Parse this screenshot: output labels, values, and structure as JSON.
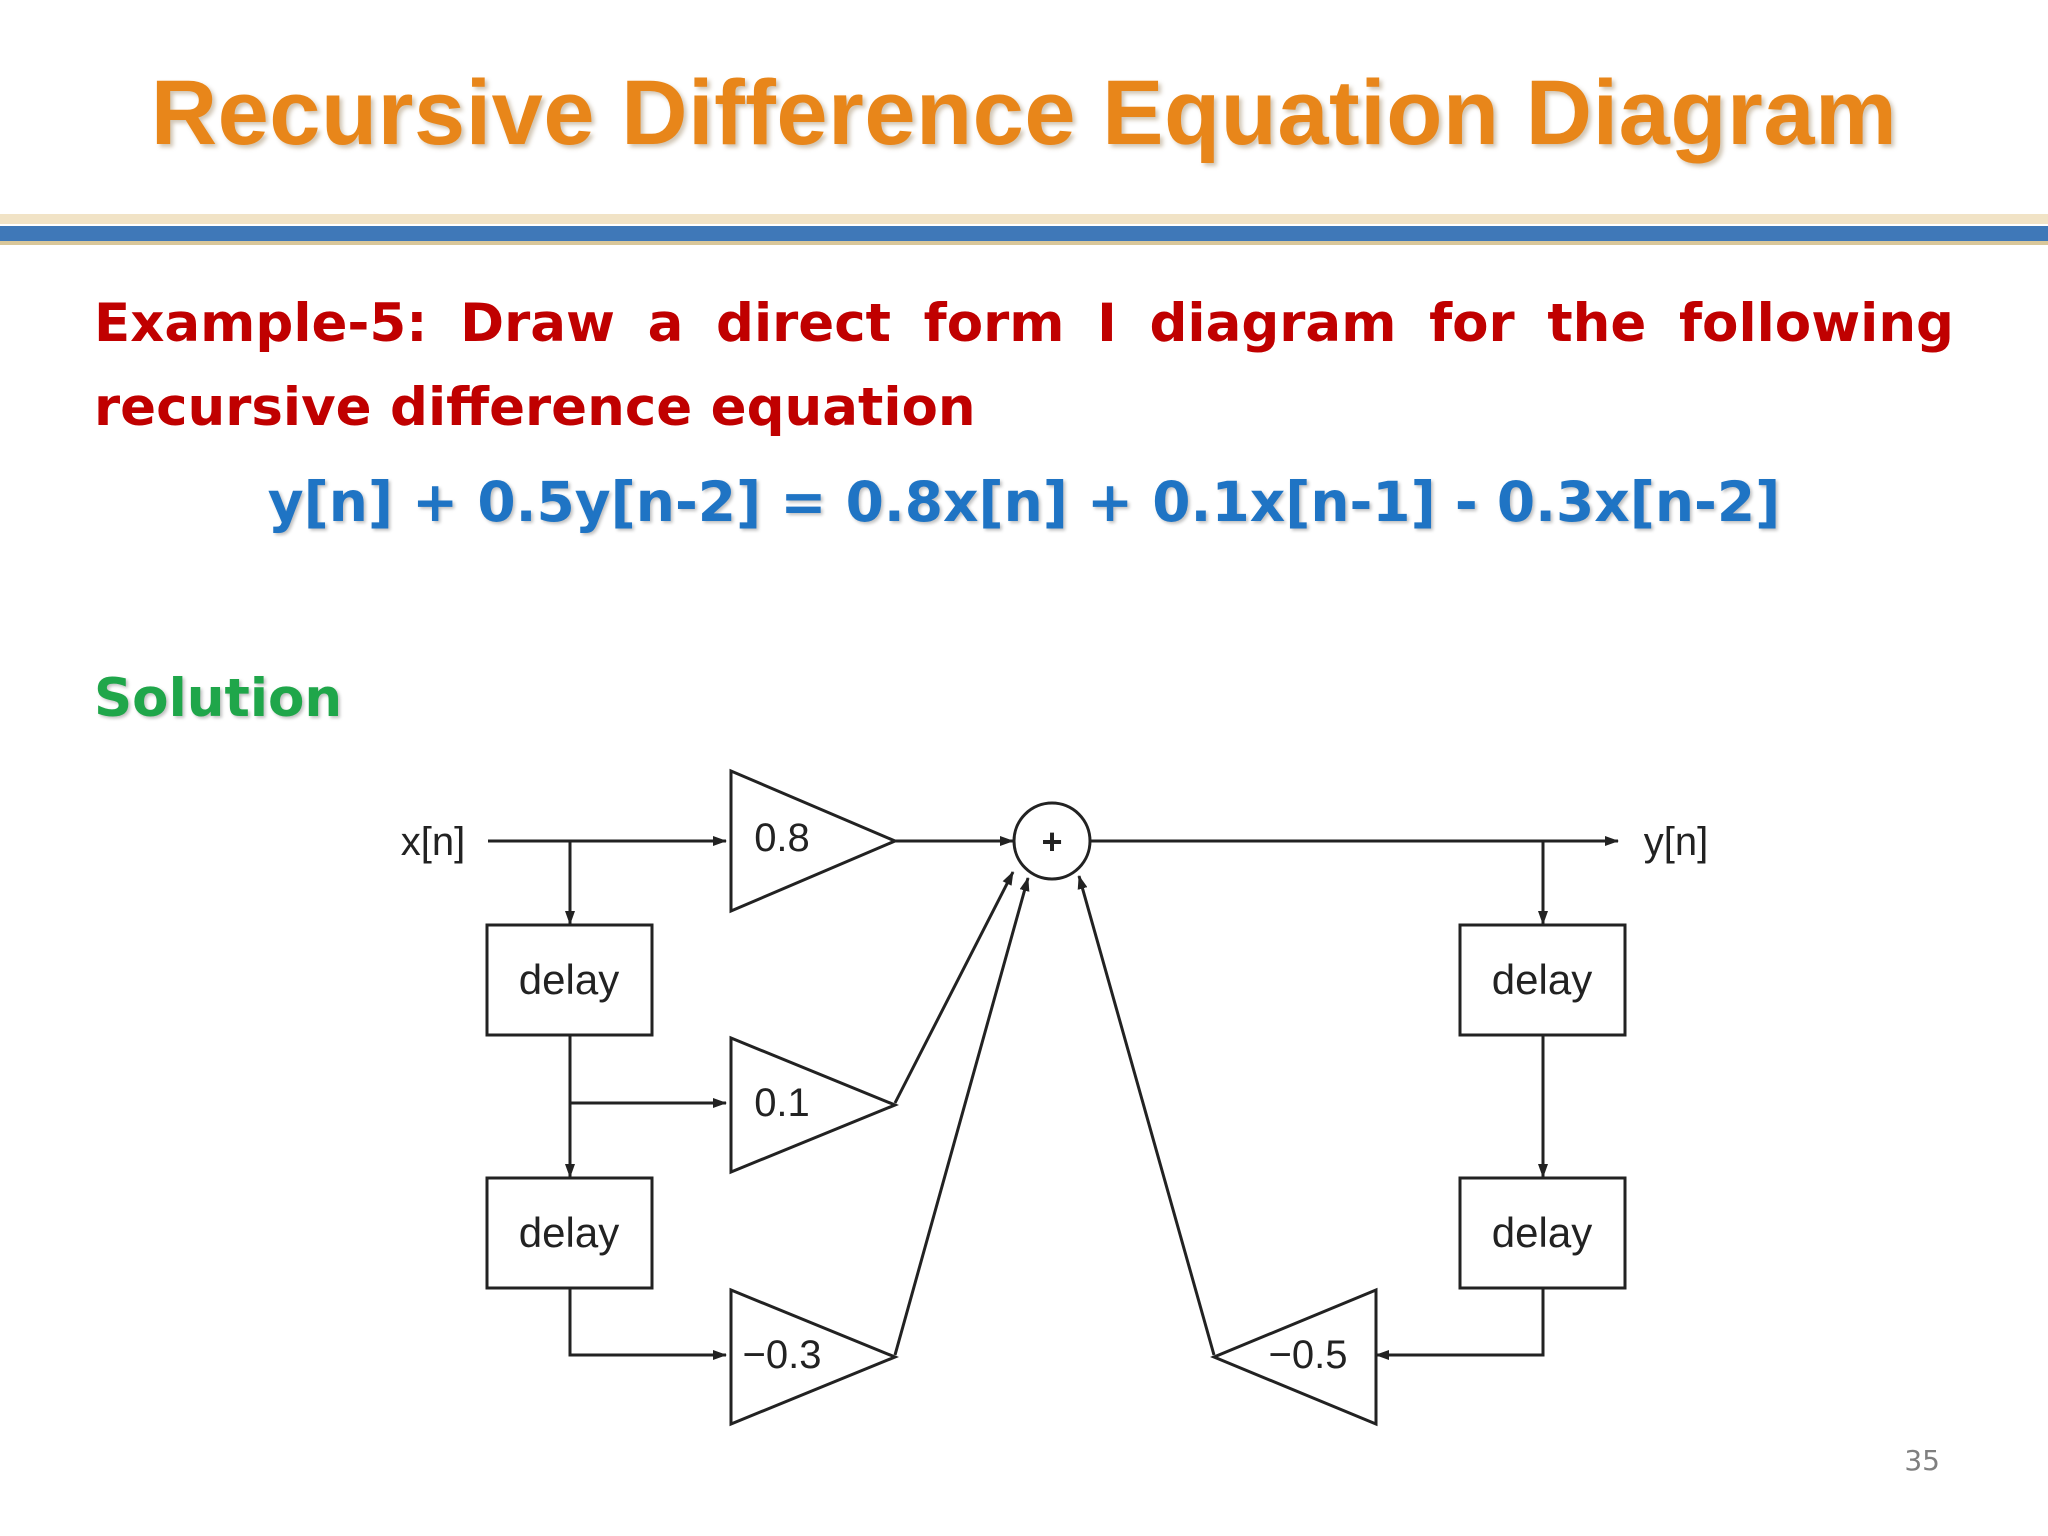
{
  "slide": {
    "title": "Recursive Difference Equation Diagram",
    "problem": "Example-5: Draw a direct form I diagram for the following recursive difference equation",
    "equation": "y[n] + 0.5y[n-2] = 0.8x[n] + 0.1x[n-1] - 0.3x[n-2]",
    "solution_label": "Solution",
    "page_number": "35"
  },
  "diagram": {
    "input_label": "x[n]",
    "output_label": "y[n]",
    "summer_symbol": "+",
    "delay_label": "delay",
    "feedforward_gains": [
      "0.8",
      "0.1",
      "−0.3"
    ],
    "feedback_gains": [
      "−0.5"
    ]
  },
  "colors": {
    "title": "#e8861a",
    "problem_text": "#c00000",
    "equation_text": "#1f74c4",
    "solution_text": "#1fa64a",
    "rule_blue": "#3f78b8",
    "diagram_stroke": "#222222"
  }
}
